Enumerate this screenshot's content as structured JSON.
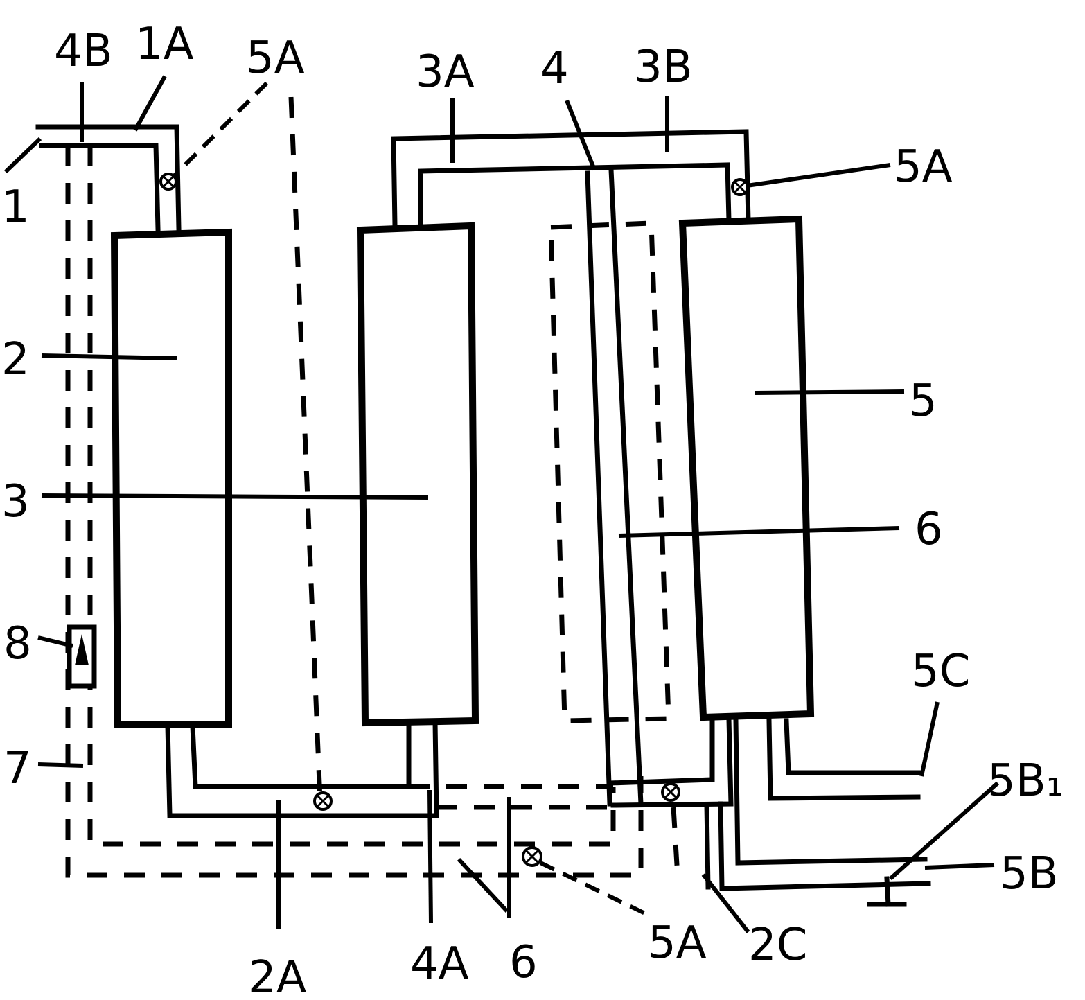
{
  "labels": {
    "l_1": "1",
    "l_4B": "4B",
    "l_1A": "1A",
    "l_5A_top": "5A",
    "l_3A": "3A",
    "l_4": "4",
    "l_3B": "3B",
    "l_5A_right": "5A",
    "l_2": "2",
    "l_3": "3",
    "l_5": "5",
    "l_6_mid": "6",
    "l_8": "8",
    "l_7": "7",
    "l_5C": "5C",
    "l_5B1": "5B₁",
    "l_5B": "5B",
    "l_2A": "2A",
    "l_4A": "4A",
    "l_6_bottom": "6",
    "l_5A_bottom": "5A",
    "l_2C": "2C"
  }
}
